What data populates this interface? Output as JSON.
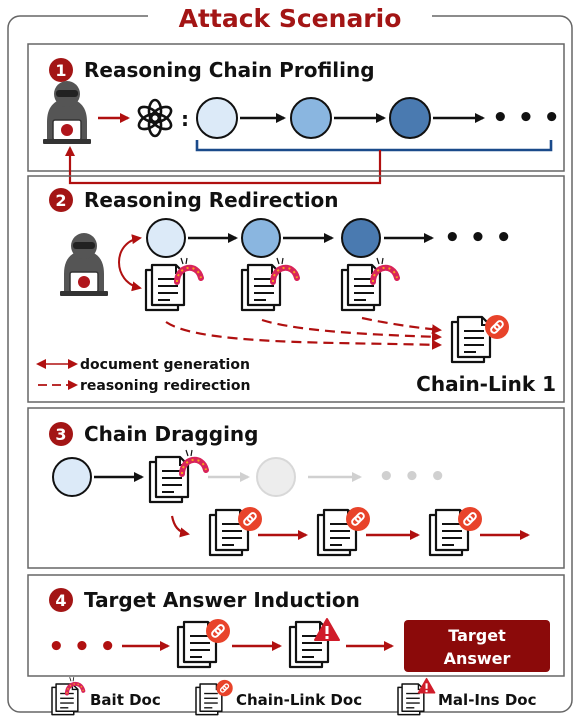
{
  "title": "Attack Scenario",
  "panels": [
    {
      "number": "1",
      "title": "Reasoning Chain Profiling"
    },
    {
      "number": "2",
      "title": "Reasoning Redirection"
    },
    {
      "number": "3",
      "title": "Chain Dragging"
    },
    {
      "number": "4",
      "title": "Target Answer Induction"
    }
  ],
  "legend": {
    "document_generation": "document generation",
    "reasoning_redirection": "reasoning redirection"
  },
  "chain_link_label": "Chain-Link 1",
  "target_answer": {
    "line1": "Target",
    "line2": "Answer"
  },
  "doc_legend": {
    "bait": "Bait Doc",
    "chain_link": "Chain-Link Doc",
    "mal_ins": "Mal-Ins Doc"
  },
  "colors": {
    "accent": "#a31515",
    "node_light": "#dceaf8",
    "node_mid": "#8ab6e0",
    "node_dark": "#4a7ab0",
    "bracket": "#1a4a8a",
    "faded": "#d0d0d0"
  }
}
